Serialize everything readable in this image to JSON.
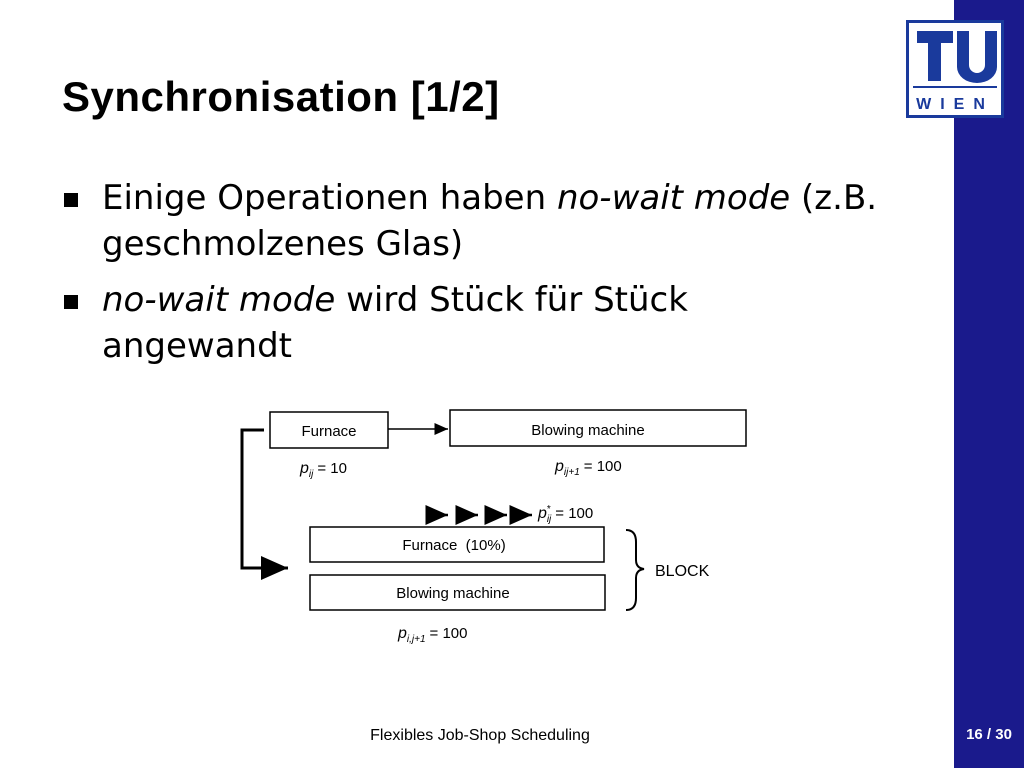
{
  "slide": {
    "title": "Synchronisation [1/2]",
    "bullets": [
      {
        "parts": [
          {
            "text": "Einige Operationen haben ",
            "italic": false
          },
          {
            "text": "no-wait mode",
            "italic": true
          },
          {
            "text": " (z.B. geschmolzenes Glas)",
            "italic": false
          }
        ]
      },
      {
        "parts": [
          {
            "text": "no-wait mode",
            "italic": true
          },
          {
            "text": " wird Stück für Stück angewandt",
            "italic": false
          }
        ]
      }
    ],
    "footer": "Flexibles Job-Shop Scheduling",
    "page_number": "16 / 30"
  },
  "logo": {
    "top": "TU",
    "bottom": "WIEN",
    "color": "#1a3a9c"
  },
  "diagram": {
    "furnace": "Furnace",
    "blowing_machine": "Blowing machine",
    "p_ij": {
      "sym": "p",
      "sub": "ij",
      "value": "= 10"
    },
    "p_ij1": {
      "sym": "p",
      "sub": "ij+1",
      "value": "= 100"
    },
    "p_prime": {
      "sym": "p",
      "sup": "*",
      "sub": "ij",
      "value": "= 100"
    },
    "furnace_block": "Furnace  (10%)",
    "blowing_block": "Blowing machine",
    "block_label": "BLOCK",
    "p_i_j1": {
      "sym": "p",
      "sub": "i,j+1",
      "value": "= 100"
    }
  },
  "colors": {
    "sidebar": "#1a1a8c",
    "logo_border": "#1a3a9c"
  }
}
